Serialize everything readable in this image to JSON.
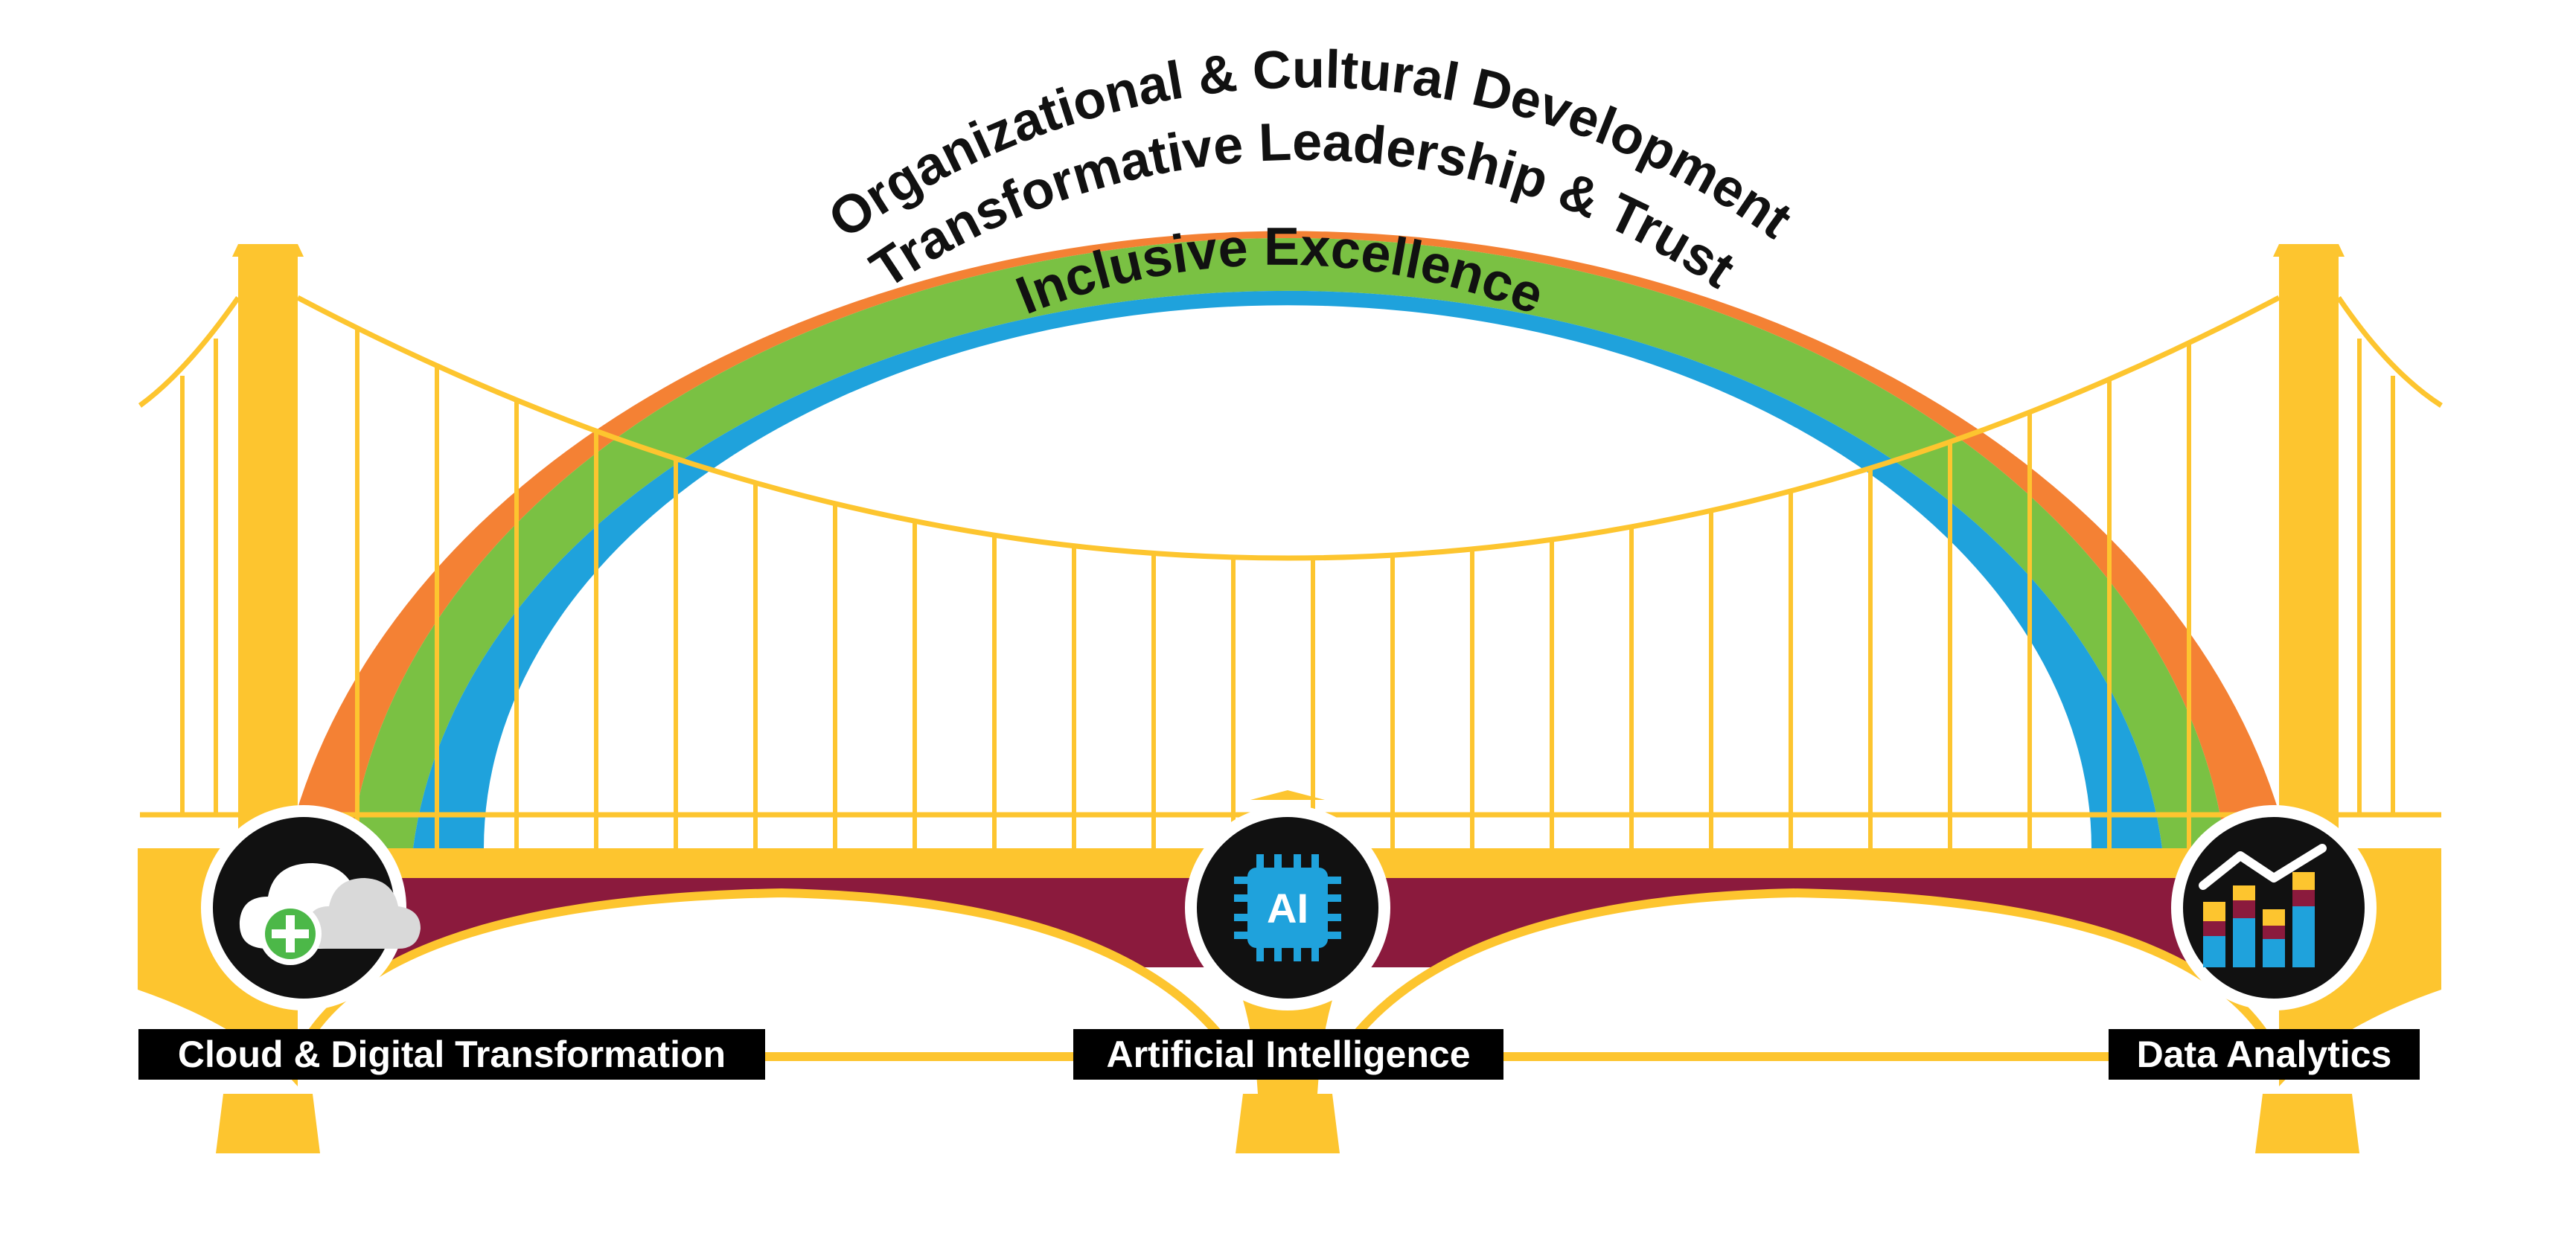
{
  "arcs": [
    {
      "label": "Organizational & Cultural Development",
      "color": "#F48134"
    },
    {
      "label": "Transformative Leadership & Trust",
      "color": "#7AC143"
    },
    {
      "label": "Inclusive Excellence",
      "color": "#1FA2DC"
    }
  ],
  "pillars": [
    {
      "label": "Cloud & Digital Transformation",
      "icon": "cloud-plus-icon"
    },
    {
      "label": "Artificial Intelligence",
      "icon": "ai-chip-icon",
      "icon_text": "AI"
    },
    {
      "label": "Data Analytics",
      "icon": "bar-chart-trend-icon"
    }
  ],
  "colors": {
    "bridge": "#FDC52F",
    "deck": "#8B1A3D",
    "icon_circle": "#111111",
    "icon_ring": "#ffffff"
  }
}
